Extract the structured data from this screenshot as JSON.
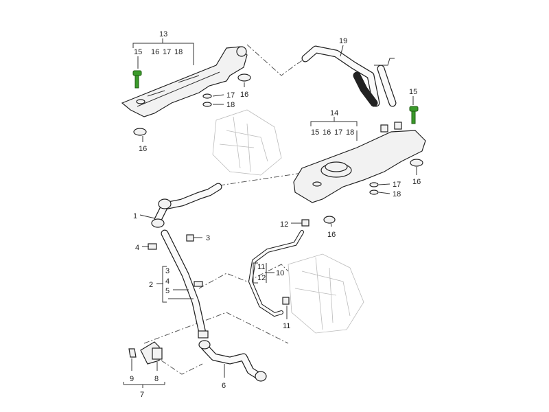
{
  "title": "Crankcase breather / engine cover parts diagram",
  "colors": {
    "bolt": "#3a9a2a",
    "line": "#222222"
  },
  "labels": [
    "13",
    "15",
    "16",
    "17",
    "18",
    "16",
    "17",
    "18",
    "16",
    "19",
    "15",
    "14",
    "15",
    "16",
    "17",
    "18",
    "16",
    "17",
    "18",
    "12",
    "16",
    "1",
    "3",
    "4",
    "2",
    "3",
    "4",
    "5",
    "11",
    "12",
    "10",
    "11",
    "9",
    "8",
    "7",
    "6"
  ]
}
